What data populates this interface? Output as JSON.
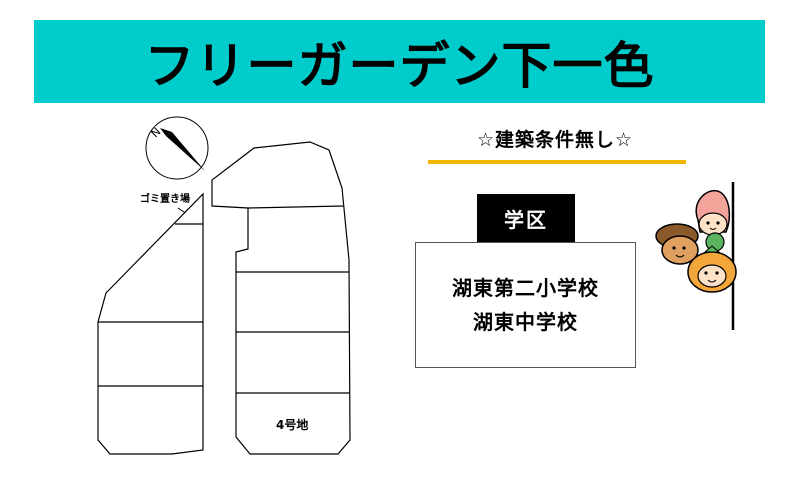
{
  "banner": {
    "title": "フリーガーデン下一色",
    "color": "#00cccc"
  },
  "plan": {
    "compass_letter": "N",
    "garbage_label": "ゴミ置き場",
    "lot_label": "4号地"
  },
  "conditions": {
    "text": "☆建築条件無し☆",
    "underline_color": "#f2b600"
  },
  "school_district": {
    "tag": "学区",
    "schools": [
      "湖東第二小学校",
      "湖東中学校"
    ]
  },
  "illustration": {
    "icon": "mascot-characters-icon"
  }
}
